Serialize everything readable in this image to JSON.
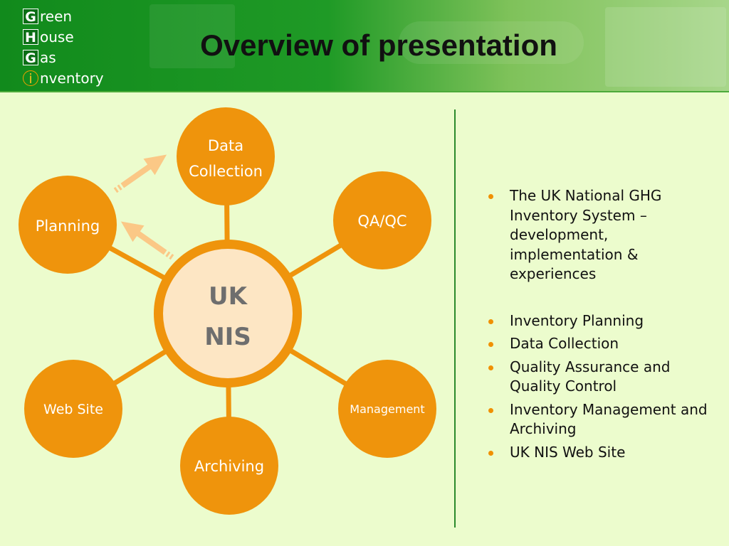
{
  "logo": {
    "rows": [
      {
        "letter": "G",
        "rest": "reen"
      },
      {
        "letter": "H",
        "rest": "ouse"
      },
      {
        "letter": "G",
        "rest": "as"
      },
      {
        "letter": "i",
        "rest": "nventory"
      }
    ]
  },
  "title": "Overview of presentation",
  "diagram": {
    "center": {
      "line1": "UK",
      "line2": "NIS"
    },
    "nodes": {
      "data_collection": {
        "line1": "Data",
        "line2": "Collection"
      },
      "qaqc": "QA/QC",
      "planning": "Planning",
      "web_site": "Web Site",
      "management": "Management",
      "archiving": "Archiving"
    }
  },
  "bullets": [
    "The UK National GHG Inventory System – development, implementation & experiences",
    "Inventory Planning",
    "Data Collection",
    "Quality Assurance and Quality Control",
    "Inventory Management and Archiving",
    "UK NIS Web Site"
  ],
  "colors": {
    "background": "#ecfccd",
    "header_green": "#118a1c",
    "node_orange": "#ef940c",
    "center_fill": "#fde6c4",
    "arrow_light_orange": "#fbc886",
    "bullet_orange": "#f09000",
    "divider_green": "#2b8a2b"
  }
}
